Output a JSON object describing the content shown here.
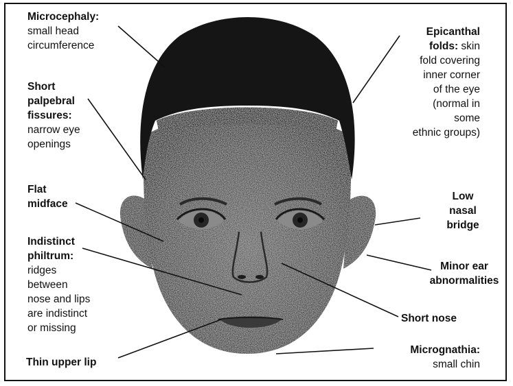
{
  "labels": {
    "microcephaly": {
      "term": "Microcephaly:",
      "desc_line1": "small head",
      "desc_line2": "circumference"
    },
    "epicanthal": {
      "term_line1": "Epicanthal",
      "term_line2": "folds:",
      "desc_line2": " skin",
      "desc_line3": "fold covering",
      "desc_line4": "inner corner",
      "desc_line5": "of the eye",
      "desc_line6": "(normal in",
      "desc_line7": "some",
      "desc_line8": "ethnic groups)"
    },
    "palpebral": {
      "term_line1": "Short",
      "term_line2": "palpebral",
      "term_line3": "fissures:",
      "desc_line1": "narrow eye",
      "desc_line2": "openings"
    },
    "midface": {
      "term_line1": "Flat",
      "term_line2": "midface"
    },
    "nasal_bridge": {
      "term_line1": "Low",
      "term_line2": "nasal",
      "term_line3": "bridge"
    },
    "philtrum": {
      "term_line1": "Indistinct",
      "term_line2": "philtrum:",
      "desc_line1": "ridges",
      "desc_line2": "between",
      "desc_line3": "nose and lips",
      "desc_line4": "are indistinct",
      "desc_line5": "or missing"
    },
    "ear": {
      "term_line1": "Minor ear",
      "term_line2": "abnormalities"
    },
    "nose": {
      "term": "Short nose"
    },
    "lip": {
      "term": "Thin upper lip"
    },
    "micrognathia": {
      "term": "Micrognathia:",
      "desc": "small chin"
    }
  },
  "illustration": {
    "icon": "child-face-illustration"
  }
}
